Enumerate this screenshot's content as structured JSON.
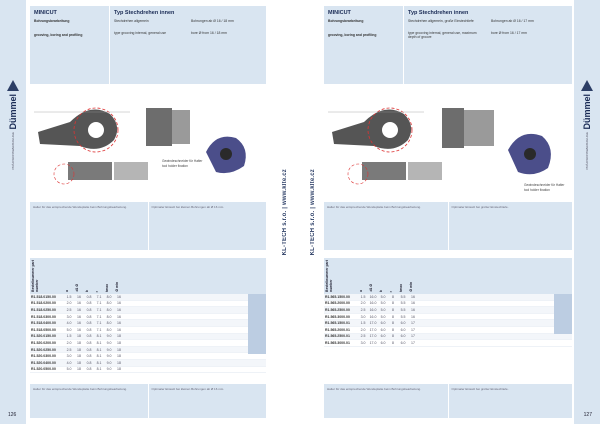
{
  "brand": {
    "name": "Dümmel",
    "tagline": "PRÄZISIONSWERKZEUGE"
  },
  "contact": "KL-TECH s.r.o. | www.klte.cz",
  "pages": [
    {
      "page_number": "126",
      "series": "MINICUT",
      "title": "Typ Stechdrehen innen",
      "sub_de": "Bohrungsbearbeitung",
      "sub_en": "grooving, boring and profiling",
      "desc_de": "Stechdrehen allgemein",
      "range_de": "Bohrungen ab Ø 16 / 18 mm",
      "desc_en": "type grooving internal, general use",
      "range_en": "bore Ø from 16 / 18 mm",
      "drawing_note_de": "Gewindeschneider für Halter",
      "drawing_note_en": "tool holder fixation",
      "note1": "Halter für das entsprechende Wendeplatte beim Bohrungsbearbeitung.",
      "note2": "Optimaler Einsatz bei kleinen Bohrungen ab Ø 16 mm.",
      "columns": [
        "Bestellnummer part number",
        "a",
        "d1 Ø",
        "b",
        "r",
        "tmax",
        "Ø min"
      ],
      "rows": [
        {
          "art": "R1.518.0150.00",
          "v": [
            "1.5",
            "16",
            "0.8",
            "7.1",
            "8.0",
            "16"
          ]
        },
        {
          "art": "R1.518.0200.00",
          "v": [
            "2.0",
            "16",
            "0.8",
            "7.1",
            "8.0",
            "16"
          ]
        },
        {
          "art": "R1.518.0250.00",
          "v": [
            "2.5",
            "16",
            "0.8",
            "7.1",
            "8.0",
            "16"
          ]
        },
        {
          "art": "R1.518.0300.00",
          "v": [
            "3.0",
            "16",
            "0.8",
            "7.1",
            "8.0",
            "16"
          ]
        },
        {
          "art": "R1.518.0400.00",
          "v": [
            "4.0",
            "16",
            "0.8",
            "7.1",
            "8.0",
            "16"
          ]
        },
        {
          "art": "R1.518.0500.00",
          "v": [
            "5.0",
            "16",
            "0.8",
            "7.1",
            "8.0",
            "16"
          ]
        },
        {
          "art": "R1.520.0150.00",
          "v": [
            "1.5",
            "18",
            "0.8",
            "8.1",
            "9.0",
            "18"
          ]
        },
        {
          "art": "R1.520.0200.00",
          "v": [
            "2.0",
            "18",
            "0.8",
            "8.1",
            "9.0",
            "18"
          ]
        },
        {
          "art": "R1.520.0250.00",
          "v": [
            "2.5",
            "18",
            "0.8",
            "8.1",
            "9.0",
            "18"
          ]
        },
        {
          "art": "R1.520.0300.00",
          "v": [
            "3.0",
            "18",
            "0.8",
            "8.1",
            "9.0",
            "18"
          ]
        },
        {
          "art": "R1.520.0400.00",
          "v": [
            "4.0",
            "18",
            "0.8",
            "8.1",
            "9.0",
            "18"
          ]
        },
        {
          "art": "R1.520.0500.00",
          "v": [
            "5.0",
            "18",
            "0.8",
            "8.1",
            "9.0",
            "18"
          ]
        }
      ]
    },
    {
      "page_number": "127",
      "series": "MINICUT",
      "title": "Typ Stechdrehen innen",
      "sub_de": "Bohrungsbearbeitung",
      "sub_en": "grooving, boring and profiling",
      "desc_de": "Stechdrehen allgemein, große Einstechtiefe",
      "range_de": "Bohrungen ab Ø 16 / 17 mm",
      "desc_en": "type grooving internal, general use, maximum depth of groove",
      "range_en": "bore Ø from 16 / 17 mm",
      "drawing_note_de": "Gewindeschneider für Halter",
      "drawing_note_en": "tool holder fixation",
      "note1": "Halter für das entsprechende Wendeplatte beim Bohrungsbearbeitung.",
      "note2": "Optimaler Einsatz bei großer Einstechtiefe.",
      "columns": [
        "Bestellnummer part number",
        "a",
        "d1 Ø",
        "b",
        "r",
        "tmax",
        "Ø min"
      ],
      "rows": [
        {
          "art": "R1.565.1500.00",
          "v": [
            "1.5",
            "16.0",
            "5.0",
            "8",
            "5.5",
            "16"
          ]
        },
        {
          "art": "R1.565.2000.00",
          "v": [
            "2.0",
            "16.0",
            "5.0",
            "8",
            "5.5",
            "16"
          ]
        },
        {
          "art": "R1.565.2500.00",
          "v": [
            "2.5",
            "16.0",
            "5.0",
            "8",
            "5.5",
            "16"
          ]
        },
        {
          "art": "R1.565.3000.00",
          "v": [
            "3.0",
            "16.0",
            "5.0",
            "8",
            "5.5",
            "16"
          ]
        },
        {
          "art": "R1.565.1500.01",
          "v": [
            "1.5",
            "17.0",
            "6.0",
            "8",
            "6.0",
            "17"
          ]
        },
        {
          "art": "R1.565.2000.01",
          "v": [
            "2.0",
            "17.0",
            "6.0",
            "8",
            "6.0",
            "17"
          ]
        },
        {
          "art": "R1.565.2500.01",
          "v": [
            "2.5",
            "17.0",
            "6.0",
            "8",
            "6.0",
            "17"
          ]
        },
        {
          "art": "R1.565.3000.01",
          "v": [
            "3.0",
            "17.0",
            "6.0",
            "8",
            "6.0",
            "17"
          ]
        }
      ]
    }
  ]
}
